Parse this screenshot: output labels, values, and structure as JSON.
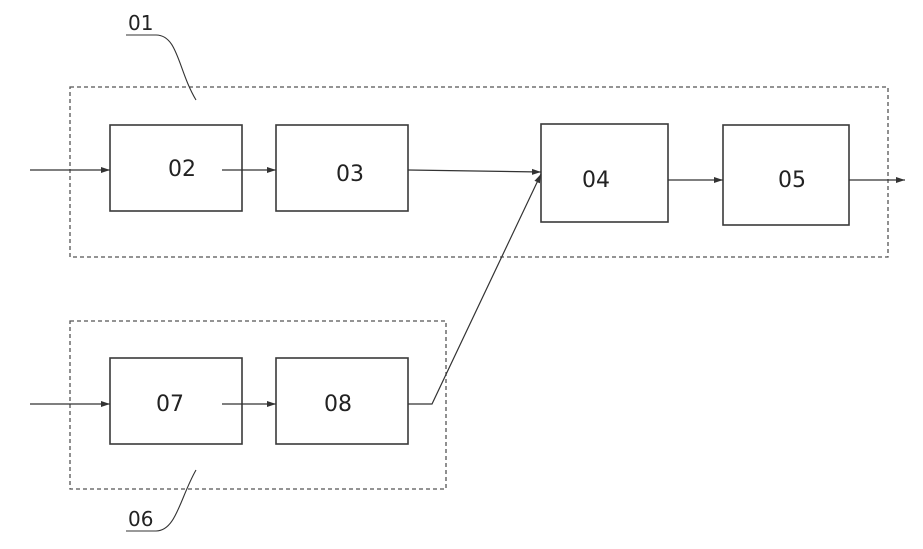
{
  "diagram": {
    "groups": {
      "upper": {
        "label": "01"
      },
      "lower": {
        "label": "06"
      }
    },
    "blocks": {
      "b02": "02",
      "b03": "03",
      "b04": "04",
      "b05": "05",
      "b07": "07",
      "b08": "08"
    },
    "colors": {
      "line": "#333333",
      "background": "#ffffff"
    }
  }
}
